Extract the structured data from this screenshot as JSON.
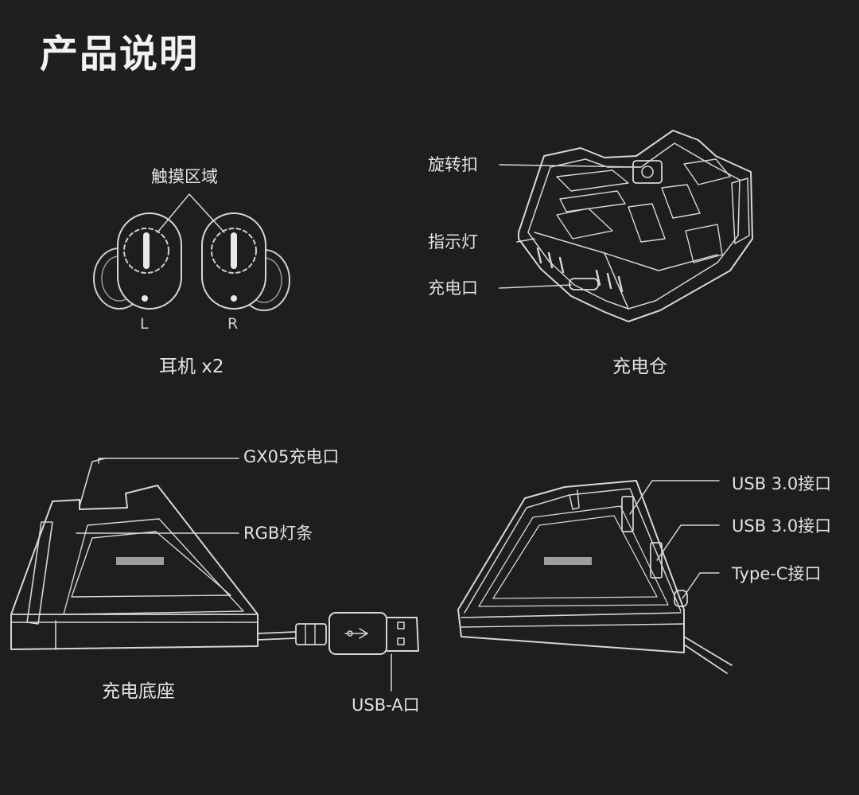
{
  "title": "产品说明",
  "earbuds": {
    "touch_area": "触摸区域",
    "left": "L",
    "right": "R",
    "caption": "耳机 x2"
  },
  "case": {
    "knob": "旋转扣",
    "indicator": "指示灯",
    "port": "充电口",
    "caption": "充电仓"
  },
  "base": {
    "gx05_port": "GX05充电口",
    "rgb_strip": "RGB灯条",
    "usb_a": "USB-A口",
    "caption": "充电底座"
  },
  "dock": {
    "usb1": "USB 3.0接口",
    "usb2": "USB 3.0接口",
    "typec": "Type-C接口"
  },
  "colors": {
    "background": "#1e1e1e",
    "line": "#d8d8d8",
    "text": "#e2e2e2"
  }
}
